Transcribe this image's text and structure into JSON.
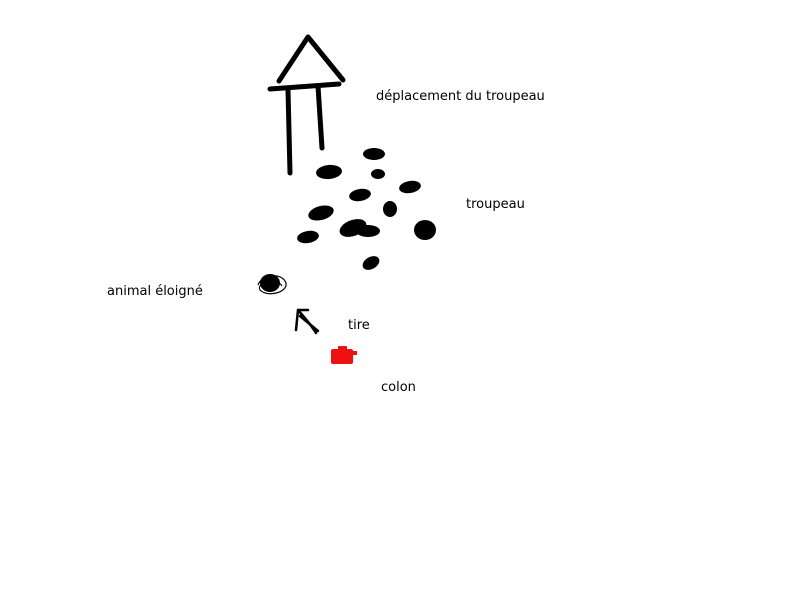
{
  "labels": {
    "herd_movement": "déplacement du troupeau",
    "herd": "troupeau",
    "stray_animal": "animal éloigné",
    "shoot": "tire",
    "colonist": "colon"
  },
  "colors": {
    "ink": "#000000",
    "colonist": "#ee1111",
    "background": "#ffffff"
  },
  "icons": {
    "movement_arrow": "up-arrow-icon",
    "herd_animal": "blob-icon",
    "stray_animal": "scribble-blob-icon",
    "shoot_arrow": "diagonal-arrow-icon",
    "colonist": "red-figure-icon"
  }
}
